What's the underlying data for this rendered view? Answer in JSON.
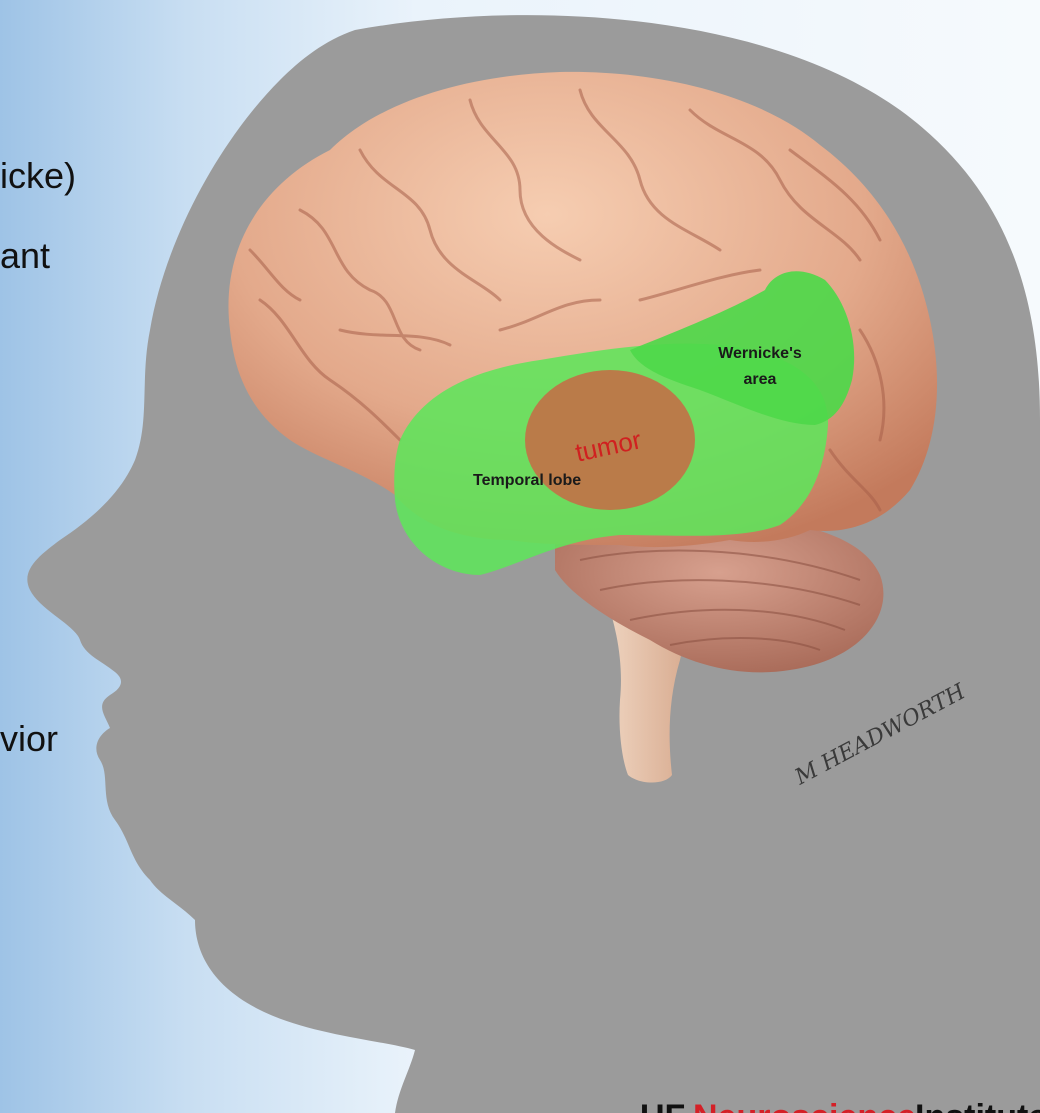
{
  "slide_text": {
    "line1": "icke)",
    "line2": "ant",
    "line3": "vior"
  },
  "labels": {
    "wernicke": "Wernicke's",
    "wernicke_area": "area",
    "temporal_lobe": "Temporal lobe",
    "tumor": "tumor"
  },
  "signature": "M HEADWORTH",
  "logo": {
    "prefix": "UF",
    "word1": "Neuroscience",
    "word2": "Institute"
  },
  "colors": {
    "background_gradient": [
      "#9ec3e6",
      "#f6fafd"
    ],
    "head_silhouette": "#9b9b9b",
    "brain": "#e3a98b",
    "temporal_lobe_highlight": "#5fe55b",
    "wernicke_highlight": "#4ed84a",
    "tumor": "#c86a45",
    "cerebellum": "#bf8270",
    "brainstem": "#e8c4ad",
    "logo_red": "#d42027",
    "logo_black": "#111111"
  }
}
